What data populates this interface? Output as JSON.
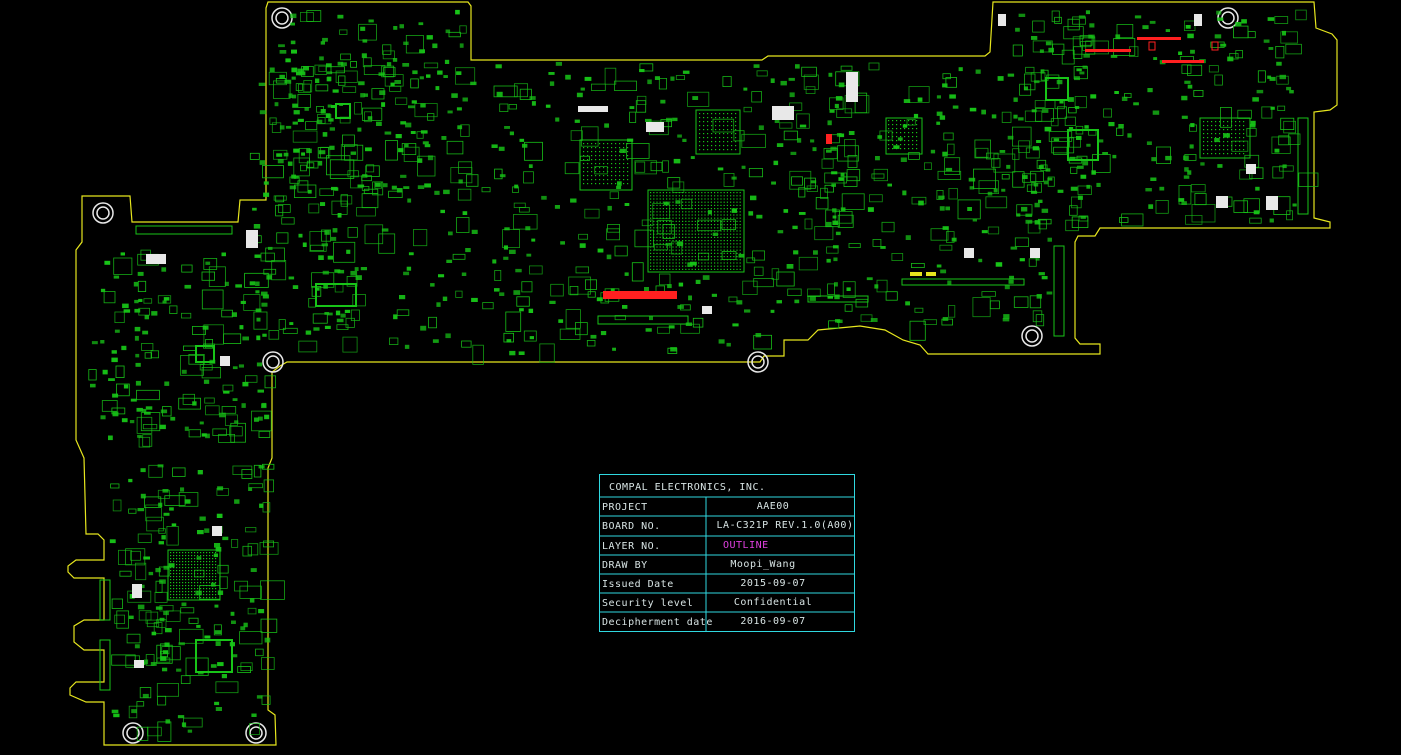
{
  "colors": {
    "background": "#000000",
    "outline": "#e6e61e",
    "component": "#18c418",
    "pad": "#e8e8e8",
    "highlight": "#ff2020",
    "table_border": "#30d8e0",
    "table_text": "#d8e4e4",
    "layer_value": "#e040e0"
  },
  "title_block": {
    "company": "COMPAL ELECTRONICS, INC.",
    "rows": [
      {
        "label": "PROJECT",
        "value": "AAE00"
      },
      {
        "label": "BOARD NO.",
        "value": "LA-C321P   REV.1.0(A00)"
      },
      {
        "label": "LAYER NO.",
        "value": "OUTLINE"
      },
      {
        "label": "DRAW BY",
        "value": "Moopi_Wang"
      },
      {
        "label": "Issued  Date",
        "value": "2015-09-07"
      },
      {
        "label": "Security level",
        "value": "Confidential"
      },
      {
        "label": "Decipherment date",
        "value": "2016-09-07"
      }
    ]
  }
}
